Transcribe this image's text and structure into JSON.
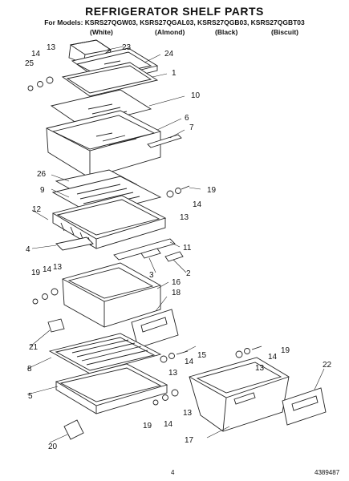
{
  "title": "REFRIGERATOR SHELF PARTS",
  "models": "For Models: KSRS27QGW03, KSRS27QGAL03, KSRS27QGB03, KSRS27QGBT03",
  "variants": [
    "(White)",
    "(Almond)",
    "(Black)",
    "(Biscuit)"
  ],
  "page_number": "4",
  "doc_number": "4389487",
  "callouts": [
    "23",
    "24",
    "14",
    "13",
    "25",
    "1",
    "10",
    "6",
    "7",
    "26",
    "9",
    "19",
    "14",
    "13",
    "12",
    "4",
    "11",
    "3",
    "2",
    "19",
    "14",
    "13",
    "16",
    "18",
    "21",
    "15",
    "14",
    "13",
    "19",
    "14",
    "13",
    "8",
    "22",
    "5",
    "19",
    "14",
    "13",
    "17",
    "20"
  ]
}
